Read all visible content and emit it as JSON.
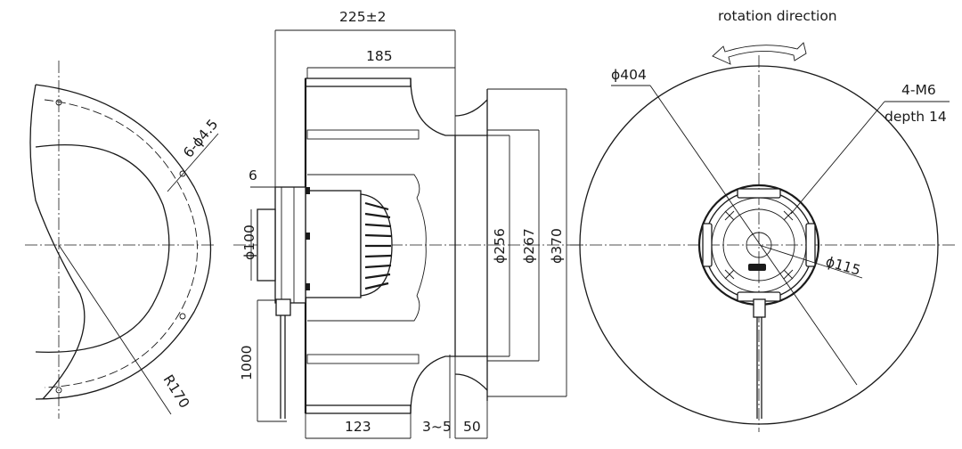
{
  "labels": {
    "overall_depth": "225±2",
    "impeller_depth": "185",
    "cable_offset": "6",
    "hub_diameter": "ϕ100",
    "cable_length": "1000",
    "base_length": "123",
    "gap": "3~5",
    "inlet_ring_depth": "50",
    "inlet_d1": "ϕ256",
    "inlet_d2": "ϕ267",
    "inlet_d3": "ϕ370",
    "mounting_holes": "6-ϕ4.5",
    "radius": "R170",
    "rotation_direction": "rotation direction",
    "impeller_diameter": "ϕ404",
    "thread_spec": "4-M6",
    "thread_depth": "depth 14",
    "bolt_circle": "ϕ115"
  }
}
